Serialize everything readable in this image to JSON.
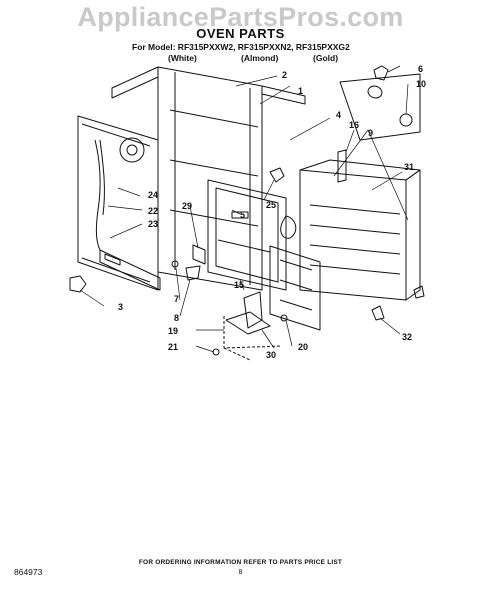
{
  "watermark": "AppliancePartsPros.com",
  "title": "OVEN PARTS",
  "models_line": "For Model:  RF315PXXW2, RF315PXXN2, RF315PXXG2",
  "finishes": [
    "(White)",
    "(Almond)",
    "(Gold)"
  ],
  "part_callouts": [
    "1",
    "2",
    "3",
    "4",
    "5",
    "6",
    "7",
    "8",
    "9",
    "10",
    "15",
    "16",
    "19",
    "20",
    "21",
    "22",
    "23",
    "24",
    "25",
    "29",
    "30",
    "31",
    "32"
  ],
  "footer_note": "FOR ORDERING INFORMATION REFER TO PARTS PRICE LIST",
  "page_number": "8",
  "document_number": "864973"
}
